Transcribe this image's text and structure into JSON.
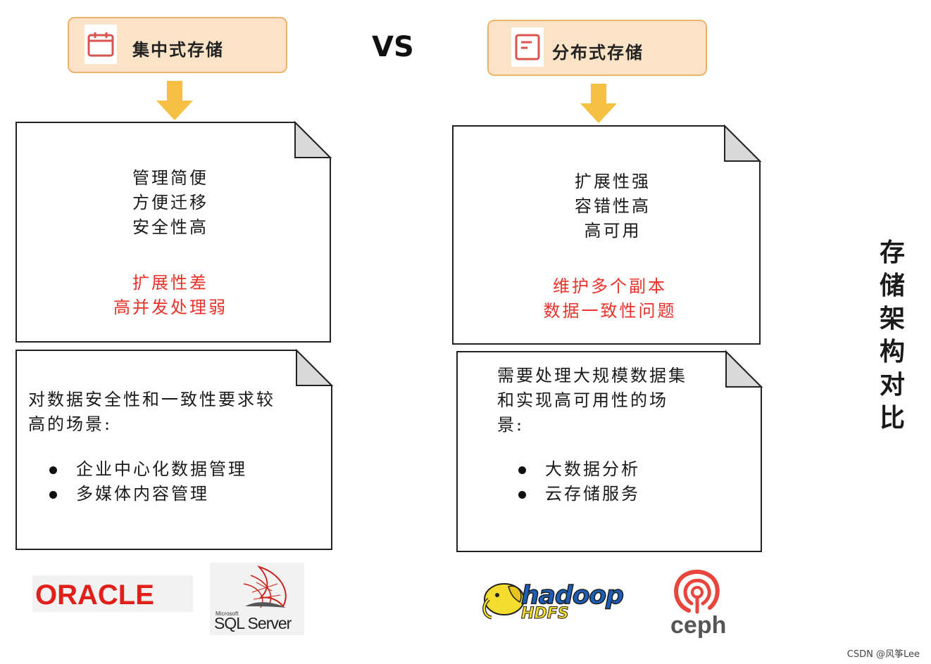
{
  "header": {
    "vs": "VS"
  },
  "left": {
    "title": "集中式存储",
    "icon": "calendar-icon",
    "pros": [
      "管理简便",
      "方便迁移",
      "安全性高"
    ],
    "cons": [
      "扩展性差",
      "高并发处理弱"
    ],
    "scenario_intro_lines": [
      "对数据安全性和一致性要求较",
      "高的场景:"
    ],
    "scenarios": [
      "企业中心化数据管理",
      "多媒体内容管理"
    ],
    "logos": [
      "ORACLE",
      "Microsoft",
      "SQL Server"
    ]
  },
  "right": {
    "title": "分布式存储",
    "icon": "document-icon",
    "pros": [
      "扩展性强",
      "容错性高",
      "高可用"
    ],
    "cons": [
      "维护多个副本",
      "数据一致性问题"
    ],
    "scenario_intro_lines": [
      "需要处理大规模数据集",
      "和实现高可用性的场",
      "景:"
    ],
    "scenarios": [
      "大数据分析",
      "云存储服务"
    ],
    "logos": [
      "hadoop",
      "HDFS",
      "ceph"
    ]
  },
  "side_title": [
    "存",
    "储",
    "架",
    "构",
    "对",
    "比"
  ],
  "watermark": "CSDN @风筝Lee",
  "colors": {
    "header_fill": "#fbe3c8",
    "header_border": "#e9b36c",
    "arrow": "#f6c142",
    "negative": "#e8322a",
    "oracle": "#e0201b",
    "ceph": "#e8453c"
  }
}
